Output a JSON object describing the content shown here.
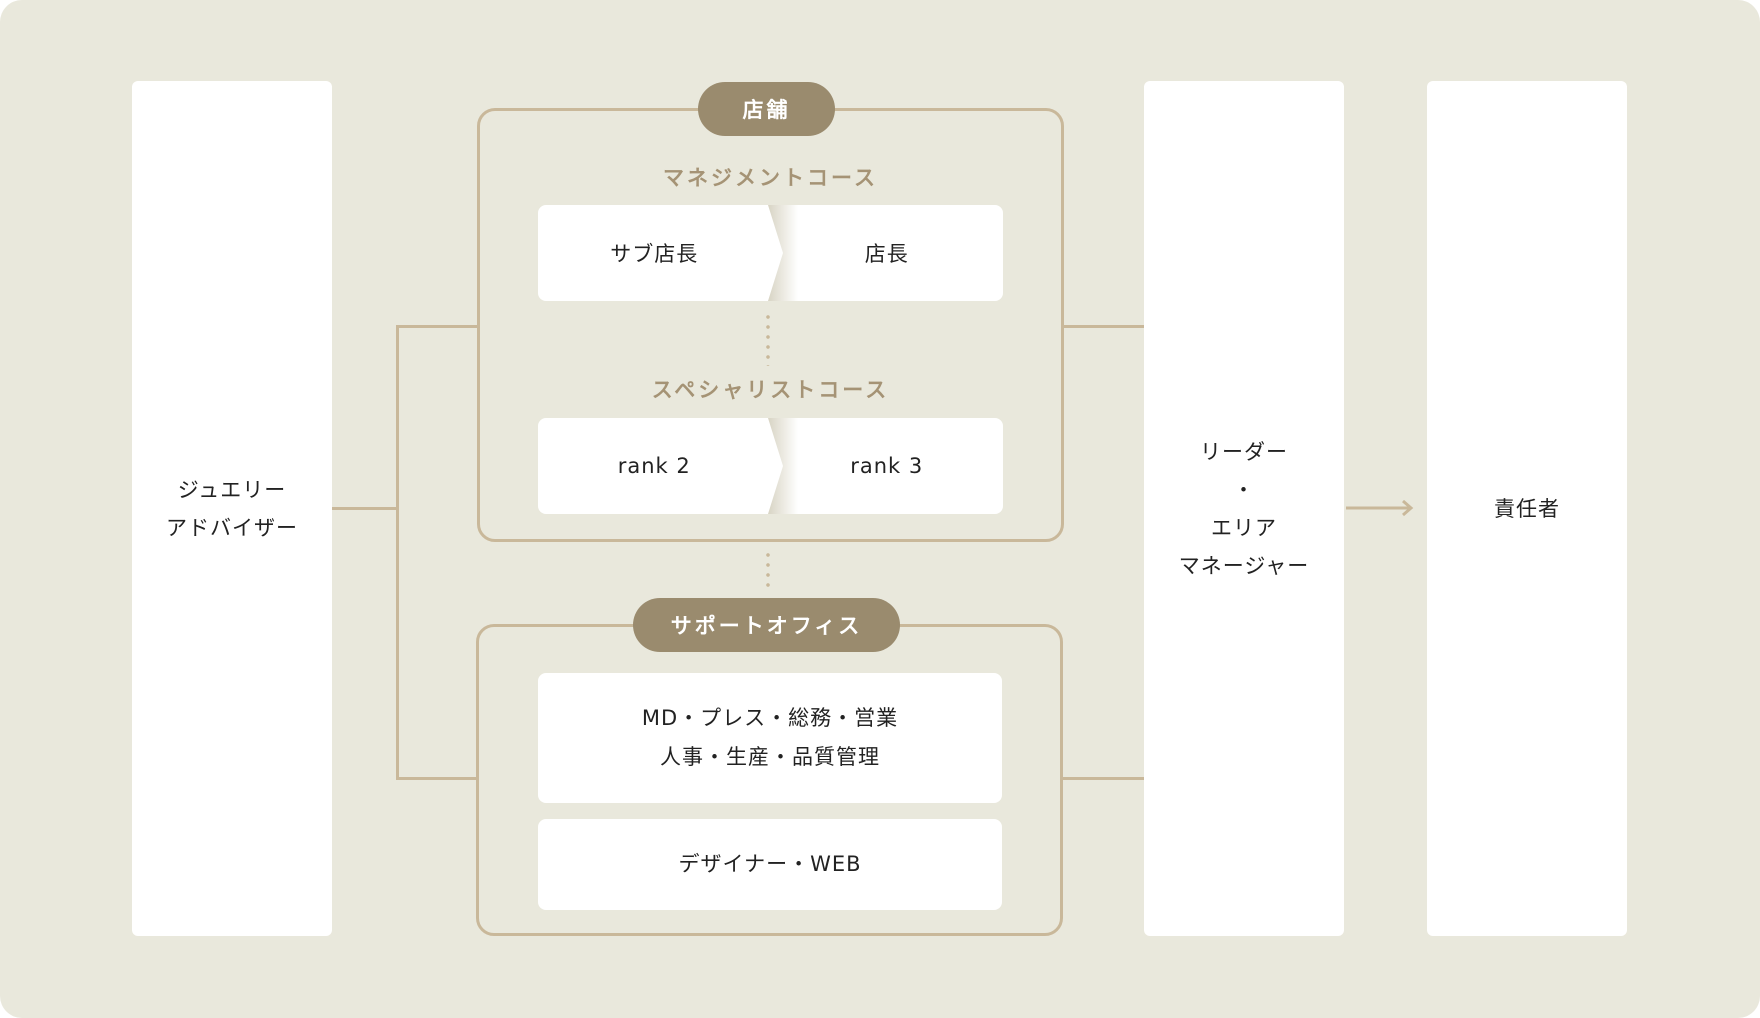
{
  "left_role": {
    "line1": "ジュエリー",
    "line2": "アドバイザー"
  },
  "store": {
    "title": "店舗",
    "management": {
      "label": "マネジメントコース",
      "from": "サブ店長",
      "to": "店長"
    },
    "specialist": {
      "label": "スペシャリストコース",
      "from": "rank 2",
      "to": "rank 3"
    }
  },
  "support": {
    "title": "サポートオフィス",
    "card1": {
      "line1": "MD・プレス・総務・営業",
      "line2": "人事・生産・品質管理"
    },
    "card2": "デザイナー・WEB"
  },
  "mid_role": {
    "line1": "リーダー",
    "line2": "・",
    "line3": "エリア",
    "line4": "マネージャー"
  },
  "top_role": "責任者",
  "colors": {
    "background": "#e9e8dc",
    "line": "#c9b89a",
    "pill": "#9a8b6e",
    "course_label": "#a59375"
  }
}
